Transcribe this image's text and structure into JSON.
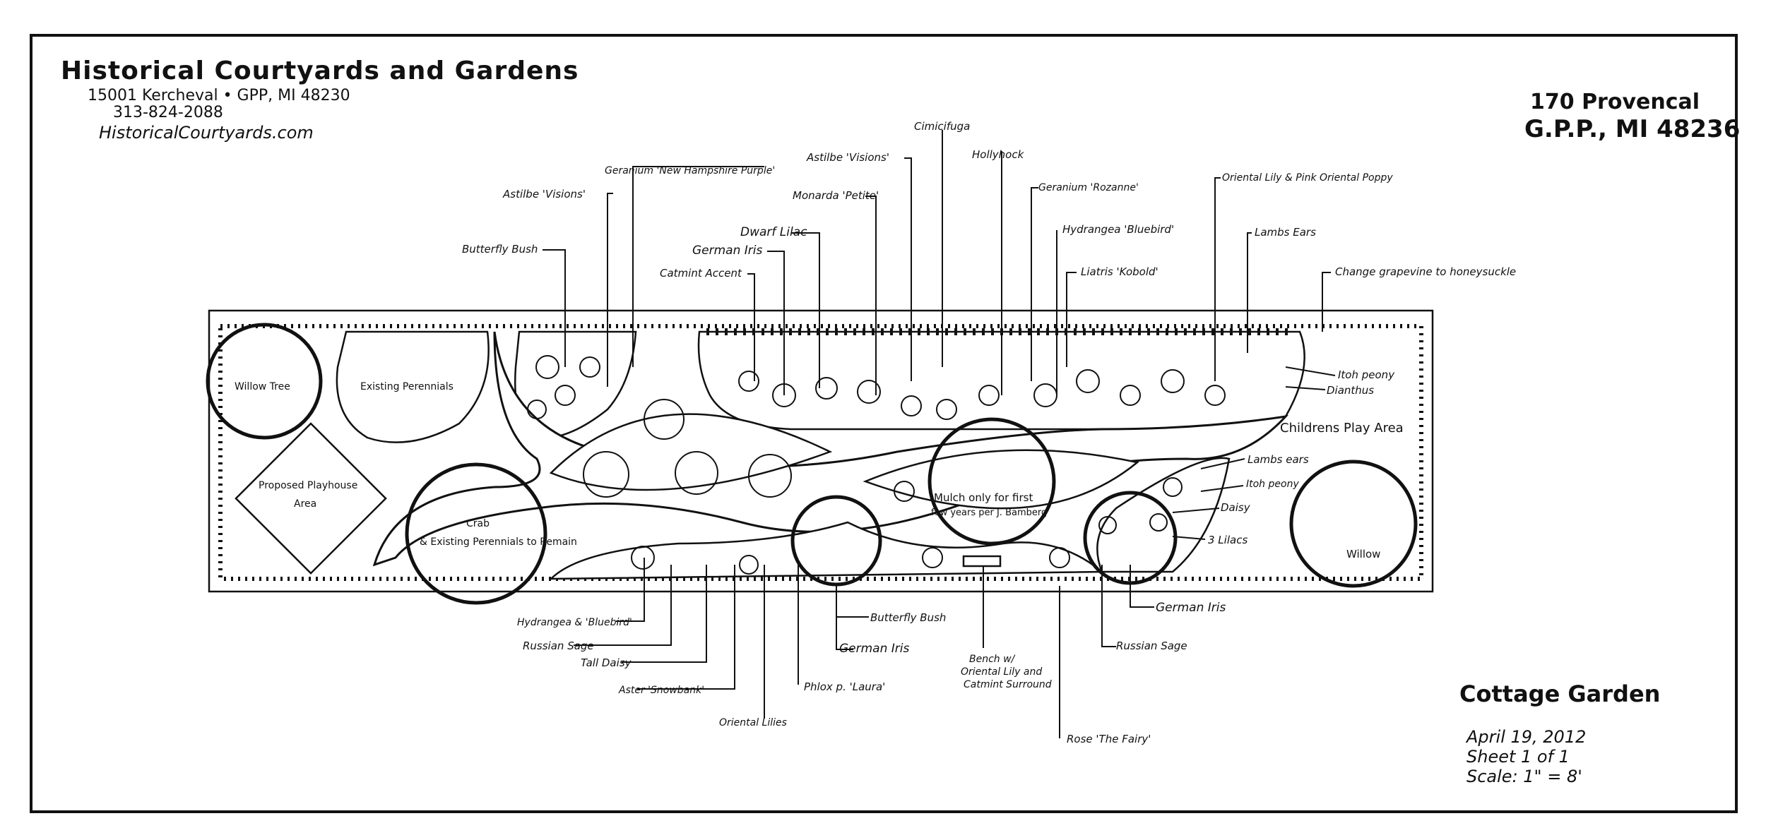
{
  "company": {
    "name": "Historical Courtyards and Gardens",
    "address": "15001 Kercheval • GPP, MI 48230",
    "phone": "313-824-2088",
    "website": "HistoricalCourtyards.com"
  },
  "site": {
    "street": "170 Provencal",
    "city": "G.P.P., MI 48236"
  },
  "title_block": {
    "title": "Cottage Garden",
    "date": "April 19, 2012",
    "sheet": "Sheet 1 of 1",
    "scale": "Scale: 1\" = 8'"
  },
  "areas": {
    "willow_tree": "Willow Tree",
    "existing_perennials": "Existing Perennials",
    "playhouse_1": "Proposed Playhouse",
    "playhouse_2": "Area",
    "crab": "Crab",
    "crab_perennials": "& Existing Perennials to Remain",
    "mulch_1": "Mulch only for first",
    "mulch_2": "few years per J. Bamberg",
    "play_area": "Childrens Play Area",
    "willow": "Willow"
  },
  "labels_top": {
    "cimicifuga": "Cimicifuga",
    "astilbe_visions_top": "Astilbe 'Visions'",
    "hollyhock": "Hollyhock",
    "geranium_nhp": "Geranium 'New Hampshire Purple'",
    "geranium_rozanne": "Geranium 'Rozanne'",
    "oriental_lily_poppy": "Oriental Lily & Pink Oriental Poppy",
    "astilbe_visions_left": "Astilbe 'Visions'",
    "monarda": "Monarda 'Petite'",
    "hydrangea_bluebird_top": "Hydrangea 'Bluebird'",
    "lambs_ears_top": "Lambs Ears",
    "dwarf_lilac": "Dwarf Lilac",
    "butterfly_bush_top": "Butterfly Bush",
    "german_iris_top": "German Iris",
    "liatris": "Liatris 'Kobold'",
    "catmint": "Catmint Accent",
    "grapevine": "Change grapevine to honeysuckle"
  },
  "labels_right": {
    "peony_1": "Itoh peony",
    "dianthus": "Dianthus",
    "lambs_ears": "Lambs ears",
    "peony_2": "Itoh peony",
    "daisy": "Daisy",
    "lilacs": "3 Lilacs",
    "german_iris": "German Iris"
  },
  "labels_bottom": {
    "hydrangea_bluebird": "Hydrangea & 'Bluebird'",
    "russian_sage_left": "Russian Sage",
    "tall_daisy": "Tall Daisy",
    "aster": "Aster 'Snowbank'",
    "oriental_lilies": "Oriental Lilies",
    "phlox": "Phlox p. 'Laura'",
    "german_iris": "German Iris",
    "butterfly_bush": "Butterfly Bush",
    "bench_1": "Bench w/",
    "bench_2": "Oriental Lily and",
    "bench_3": "Catmint Surround",
    "rose": "Rose 'The Fairy'",
    "russian_sage_right": "Russian Sage"
  }
}
